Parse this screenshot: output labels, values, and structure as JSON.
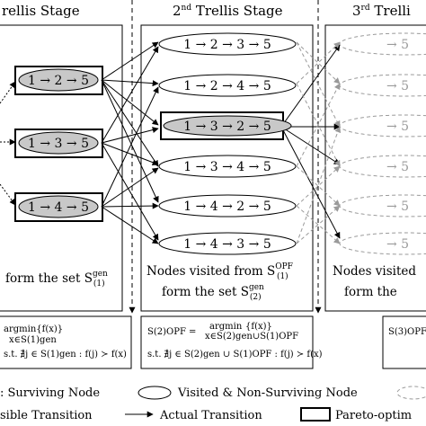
{
  "stages": {
    "s1": {
      "title": "rellis Stage"
    },
    "s2": {
      "title_sup": "nd",
      "title_num": "2",
      "title_rest": " Trellis Stage"
    },
    "s3": {
      "title_sup": "rd",
      "title_num": "3",
      "title_rest": " Trelli"
    }
  },
  "stage1_nodes": [
    "1 → 2 → 5",
    "1 → 3 → 5",
    "1 → 4 → 5"
  ],
  "stage2_nodes": [
    "1 → 2 → 3 → 5",
    "1 → 2 → 4 → 5",
    "1 → 3 → 2 → 5",
    "1 → 3 → 4 → 5",
    "1 → 4 → 2 → 5",
    "1 → 4 → 3 → 5"
  ],
  "stage3_nodes": [
    "→ 5",
    "→ 5",
    "→ 5",
    "→ 5",
    "→ 5",
    "→ 5"
  ],
  "captions": {
    "s1_line": "form the set S",
    "s1_sup": "gen",
    "s1_sub": "(1)",
    "s2_line1": "Nodes visited from S",
    "s2_line1_sup": "OPF",
    "s2_line1_sub": "(1)",
    "s2_line2": "form the set S",
    "s2_line2_sup": "gen",
    "s2_line2_sub": "(2)",
    "s3_line1": "Nodes visited",
    "s3_line2": "form the"
  },
  "formulas": {
    "f1_line1": "argmin{f(x)}",
    "f1_under": "x∈S(1)gen",
    "f1_line2": "s.t. ∄j ∈ S(1)gen : f(j) ≻ f(x)",
    "f2_lhs": "S(2)OPF =",
    "f2_argmin": "argmin",
    "f2_set": "{f(x)}",
    "f2_under": "x∈S(2)gen∪S(1)OPF",
    "f2_line2": "s.t. ∄j ∈ S(2)gen ∪ S(1)OPF : f(j) ≻ f(x)",
    "f3_lhs": "S(3)OPF ="
  },
  "legend": {
    "surviving": ": Surviving Node",
    "visited": "Visited & Non-Surviving Node",
    "possible": "sible Transition",
    "actual": "Actual Transition",
    "pareto": "Pareto-optim"
  }
}
